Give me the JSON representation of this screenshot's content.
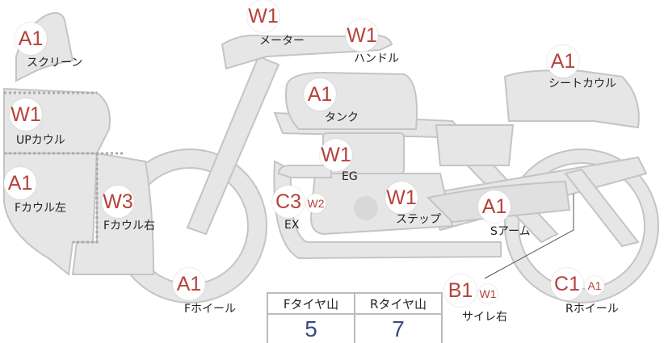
{
  "parts": [
    {
      "id": "screen",
      "grade": "A1",
      "label": "スクリーン"
    },
    {
      "id": "up-cowl",
      "grade": "W1",
      "label": "UPカウル"
    },
    {
      "id": "f-cowl-left",
      "grade": "A1",
      "label": "Fカウル左"
    },
    {
      "id": "f-cowl-right",
      "grade": "W3",
      "label": "Fカウル右"
    },
    {
      "id": "meter",
      "grade": "W1",
      "label": "メーター"
    },
    {
      "id": "handle",
      "grade": "W1",
      "label": "ハンドル"
    },
    {
      "id": "tank",
      "grade": "A1",
      "label": "タンク"
    },
    {
      "id": "engine",
      "grade": "W1",
      "label": "EG"
    },
    {
      "id": "exhaust",
      "grade": "C3",
      "grade2": "W2",
      "label": "EX"
    },
    {
      "id": "step",
      "grade": "W1",
      "label": "ステップ"
    },
    {
      "id": "swingarm",
      "grade": "A1",
      "label": "Sアーム"
    },
    {
      "id": "seat-cowl",
      "grade": "A1",
      "label": "シートカウル"
    },
    {
      "id": "f-wheel",
      "grade": "A1",
      "label": "Fホイール"
    },
    {
      "id": "muffler-right",
      "grade": "B1",
      "grade2": "W1",
      "label": "サイレ右"
    },
    {
      "id": "r-wheel",
      "grade": "C1",
      "grade2": "A1",
      "label": "Rホイール"
    }
  ],
  "tire_table": {
    "headers": [
      "Fタイヤ山",
      "Rタイヤ山"
    ],
    "values": [
      "5",
      "7"
    ]
  },
  "colors": {
    "grade": "#b5423c",
    "body": "#e6e6e6",
    "outline": "#c4c4c4",
    "value": "#3a4a80"
  }
}
